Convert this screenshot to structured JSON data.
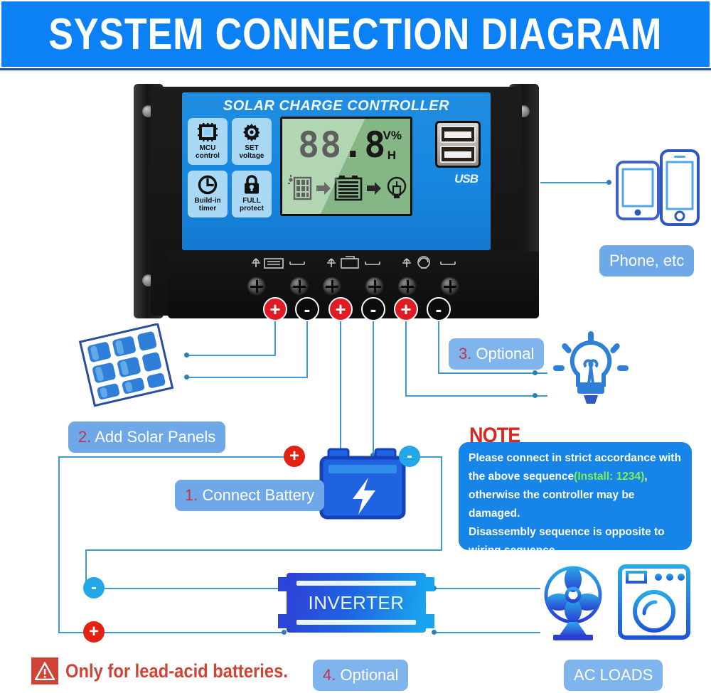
{
  "header": {
    "title": "SYSTEM CONNECTION DIAGRAM",
    "bg_color": "#0b81f5",
    "text_color": "#ffffff"
  },
  "controller": {
    "brand": "SOLAR CHARGE CONTROLLER",
    "features": [
      {
        "icon": "mcu-chip-icon",
        "line1": "MCU",
        "line2": "control"
      },
      {
        "icon": "gear-icon",
        "line1": "SET",
        "line2": "voltage"
      },
      {
        "icon": "clock-icon",
        "line1": "Build-in",
        "line2": "timer"
      },
      {
        "icon": "lock-icon",
        "line1": "FULL",
        "line2": "protect"
      }
    ],
    "lcd": {
      "digits": "88.8",
      "unit_primary": "V%",
      "unit_secondary": "H",
      "flow_icons": [
        "solar-panel-icon",
        "arrow-right-icon",
        "battery-icon",
        "arrow-right-icon",
        "bulb-icon"
      ],
      "screen_color": "#8fc48f"
    },
    "usb": {
      "label": "USB",
      "port_count": 2
    },
    "buttons": [
      {
        "icon": "display-mode-icon",
        "name": "menu-button"
      },
      {
        "icon": "up-plus-icon",
        "name": "up-button"
      },
      {
        "icon": "down-light-icon",
        "name": "down-button"
      }
    ],
    "terminal_groups": [
      {
        "icon": "solar-panel-terminal-icon",
        "positive": "+",
        "negative": "-"
      },
      {
        "icon": "battery-terminal-icon",
        "positive": "+",
        "negative": "-"
      },
      {
        "icon": "load-terminal-icon",
        "positive": "+",
        "negative": "-"
      }
    ],
    "polarity": {
      "plus": "+",
      "minus": "-",
      "plus_color": "#e01b24",
      "minus_color": "#0c0c0c"
    }
  },
  "callouts": {
    "phone": {
      "label": "Phone, etc"
    },
    "solar": {
      "num": "2.",
      "label": " Add Solar Panels"
    },
    "battery": {
      "num": "1.",
      "label": " Connect Battery"
    },
    "load": {
      "num": "3.",
      "label": " Optional"
    },
    "inverter_opt": {
      "num": "4.",
      "label": " Optional"
    },
    "ac_loads": {
      "label": "AC LOADS"
    }
  },
  "inverter": {
    "label": "INVERTER"
  },
  "note": {
    "title": "NOTE",
    "line1": "Please connect in strict accordance with",
    "line2_pre": "the above sequence",
    "line2_hl": "(Install: 1234)",
    "line2_post": ",",
    "line3": "otherwise the controller may be damaged.",
    "line4": "Disassembly sequence is opposite to",
    "line5": "wiring sequence.",
    "highlight_color": "#7ef04a",
    "bg_color": "#1784e8"
  },
  "warning": {
    "icon": "warning-triangle-icon",
    "text": "Only for lead-acid batteries.",
    "color": "#cf4436"
  },
  "icons": {
    "battery_big": "battery-bolt-icon",
    "bulb": "light-bulb-icon",
    "fan": "fan-icon",
    "washer": "washing-machine-icon",
    "phone_tablet": "tablet-icon",
    "phone_mobile": "smartphone-icon",
    "solar_panel": "solar-panel-icon"
  },
  "colors": {
    "accent_blue": "#1784e8",
    "wire": "#3f9ad0",
    "red": "#e32213",
    "callout_bg": "#6ea8e8"
  }
}
